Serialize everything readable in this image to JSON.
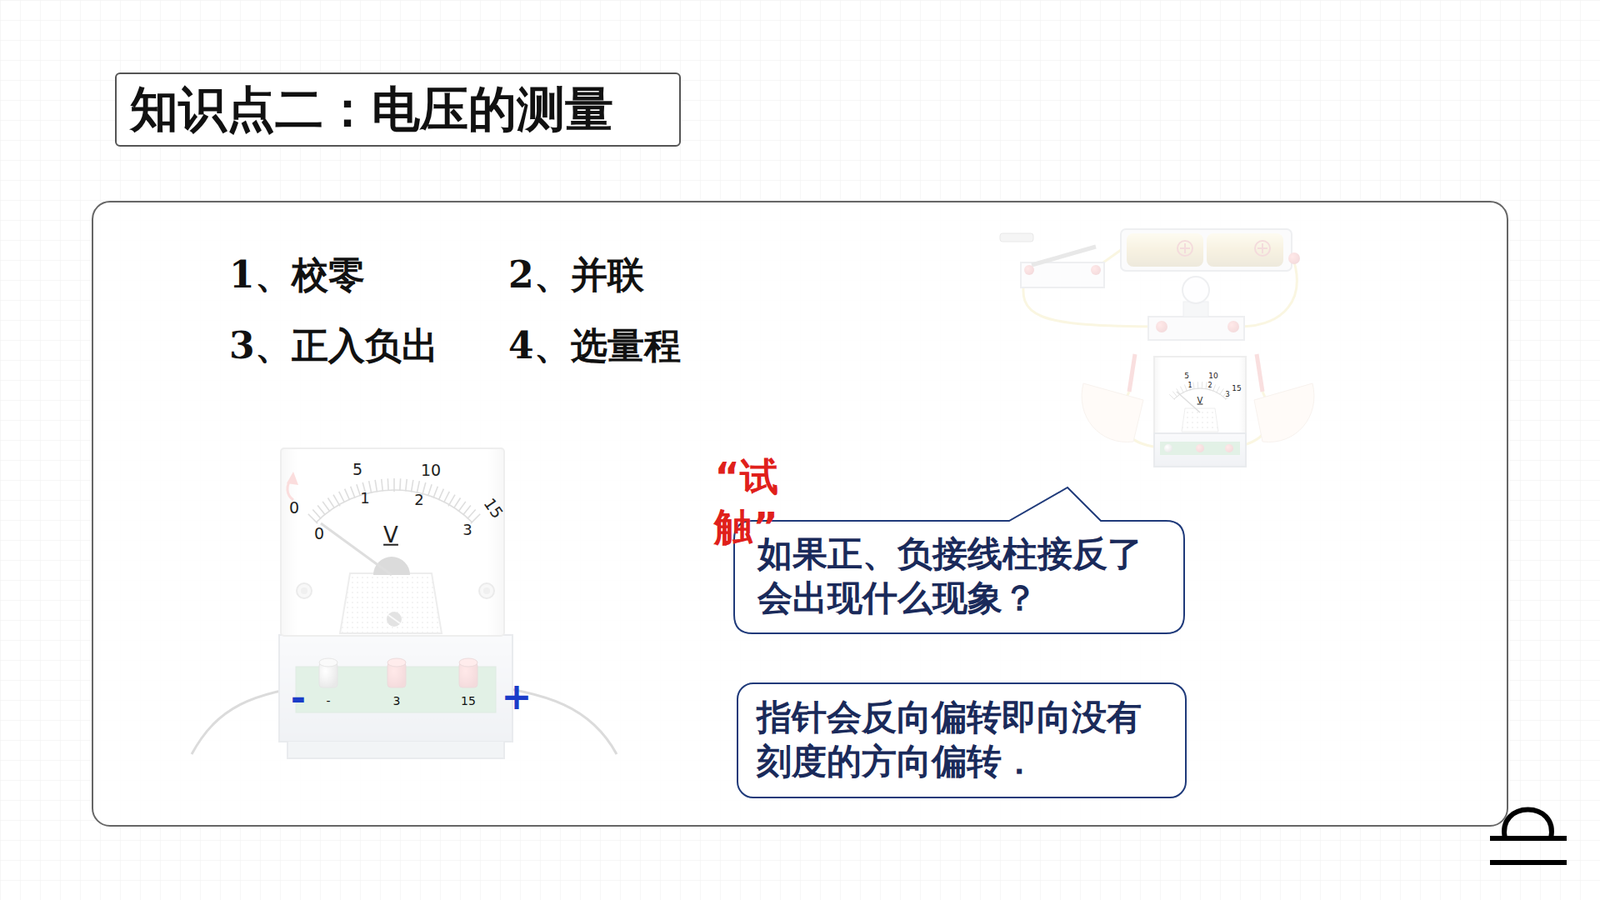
{
  "diagram": {
    "title": "知识点二：电压的测量",
    "nodes": [
      {
        "text": [
          "知识点二：电压的测量"
        ]
      },
      {
        "text": []
      },
      {
        "text": [
          "如果正、负接线柱接反了会出现什么现象？"
        ],
        "in": 1
      },
      {
        "text": [
          "指针会反向偏转即向没有刻度的方向偏转．"
        ],
        "in": 1
      }
    ],
    "labels": [
      "1、校零",
      "2、并联",
      "3、正入负出",
      "4、选量程",
      "“试触”",
      "5",
      "10",
      "15",
      "0",
      "0",
      "1",
      "2",
      "3",
      "V",
      "-",
      "3",
      "15",
      "-",
      "+",
      "5",
      "10",
      "15",
      "1",
      "2",
      "3",
      "V"
    ]
  }
}
